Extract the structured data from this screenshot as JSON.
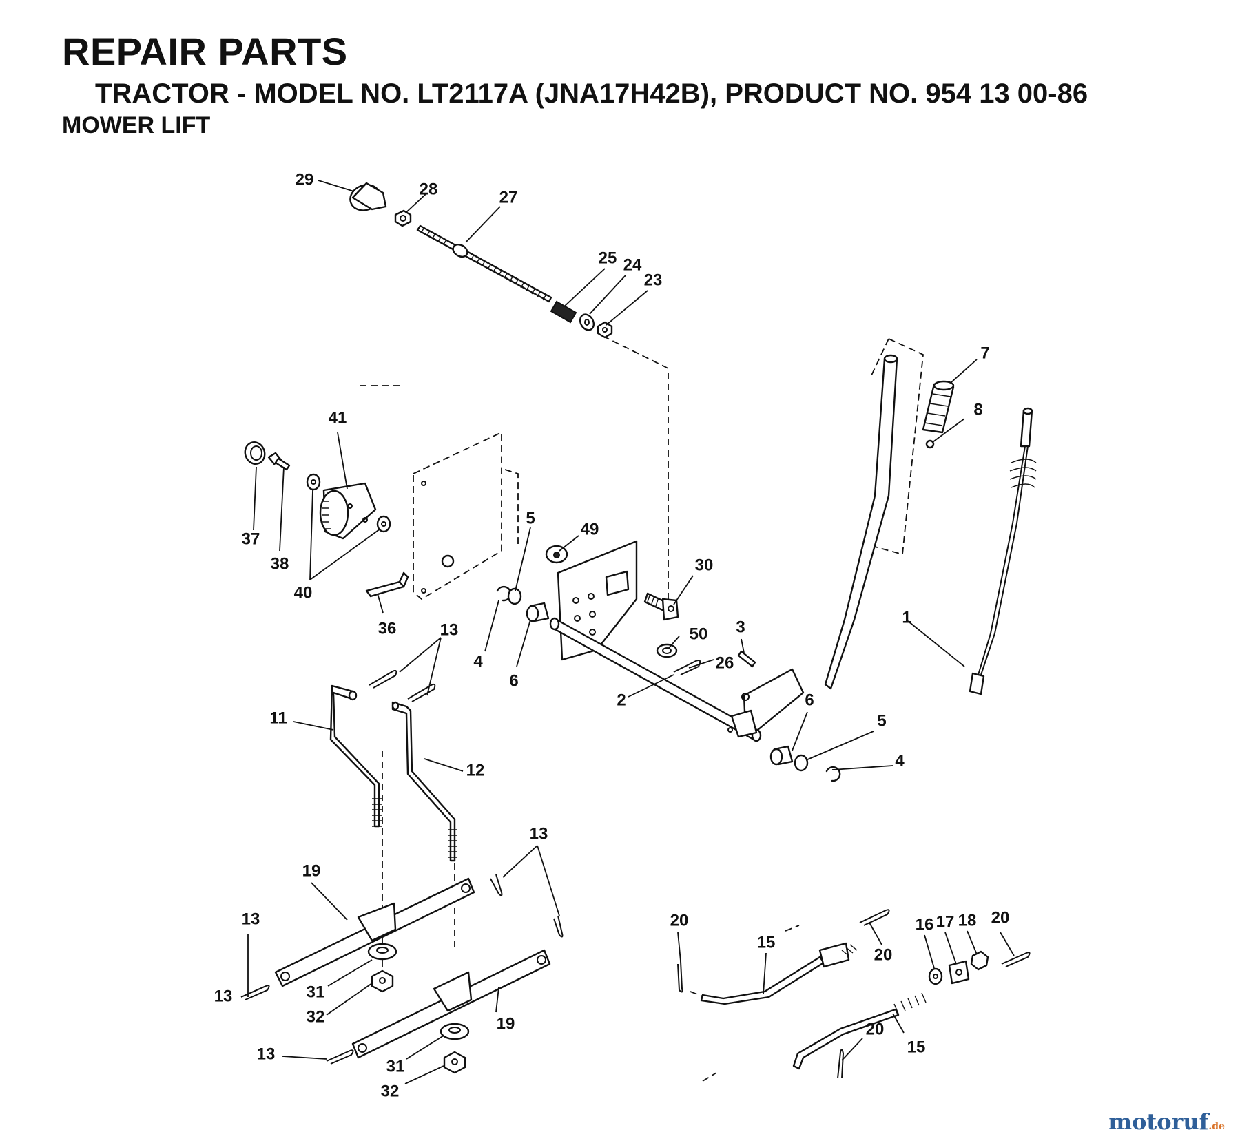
{
  "header": {
    "title": "REPAIR PARTS",
    "model_line": "TRACTOR - MODEL NO. LT2117A (JNA17H42B), PRODUCT NO. 954 13 00-86",
    "section": "MOWER LIFT"
  },
  "callouts": [
    "1",
    "2",
    "3",
    "4",
    "4",
    "5",
    "5",
    "6",
    "6",
    "7",
    "8",
    "11",
    "12",
    "13",
    "13",
    "13",
    "13",
    "13",
    "15",
    "15",
    "16",
    "17",
    "18",
    "19",
    "19",
    "20",
    "20",
    "20",
    "20",
    "23",
    "24",
    "25",
    "26",
    "27",
    "28",
    "29",
    "30",
    "31",
    "31",
    "32",
    "32",
    "36",
    "37",
    "38",
    "40",
    "41",
    "49",
    "50"
  ],
  "watermark": {
    "brand": "motoruf",
    "suffix": ".de"
  }
}
